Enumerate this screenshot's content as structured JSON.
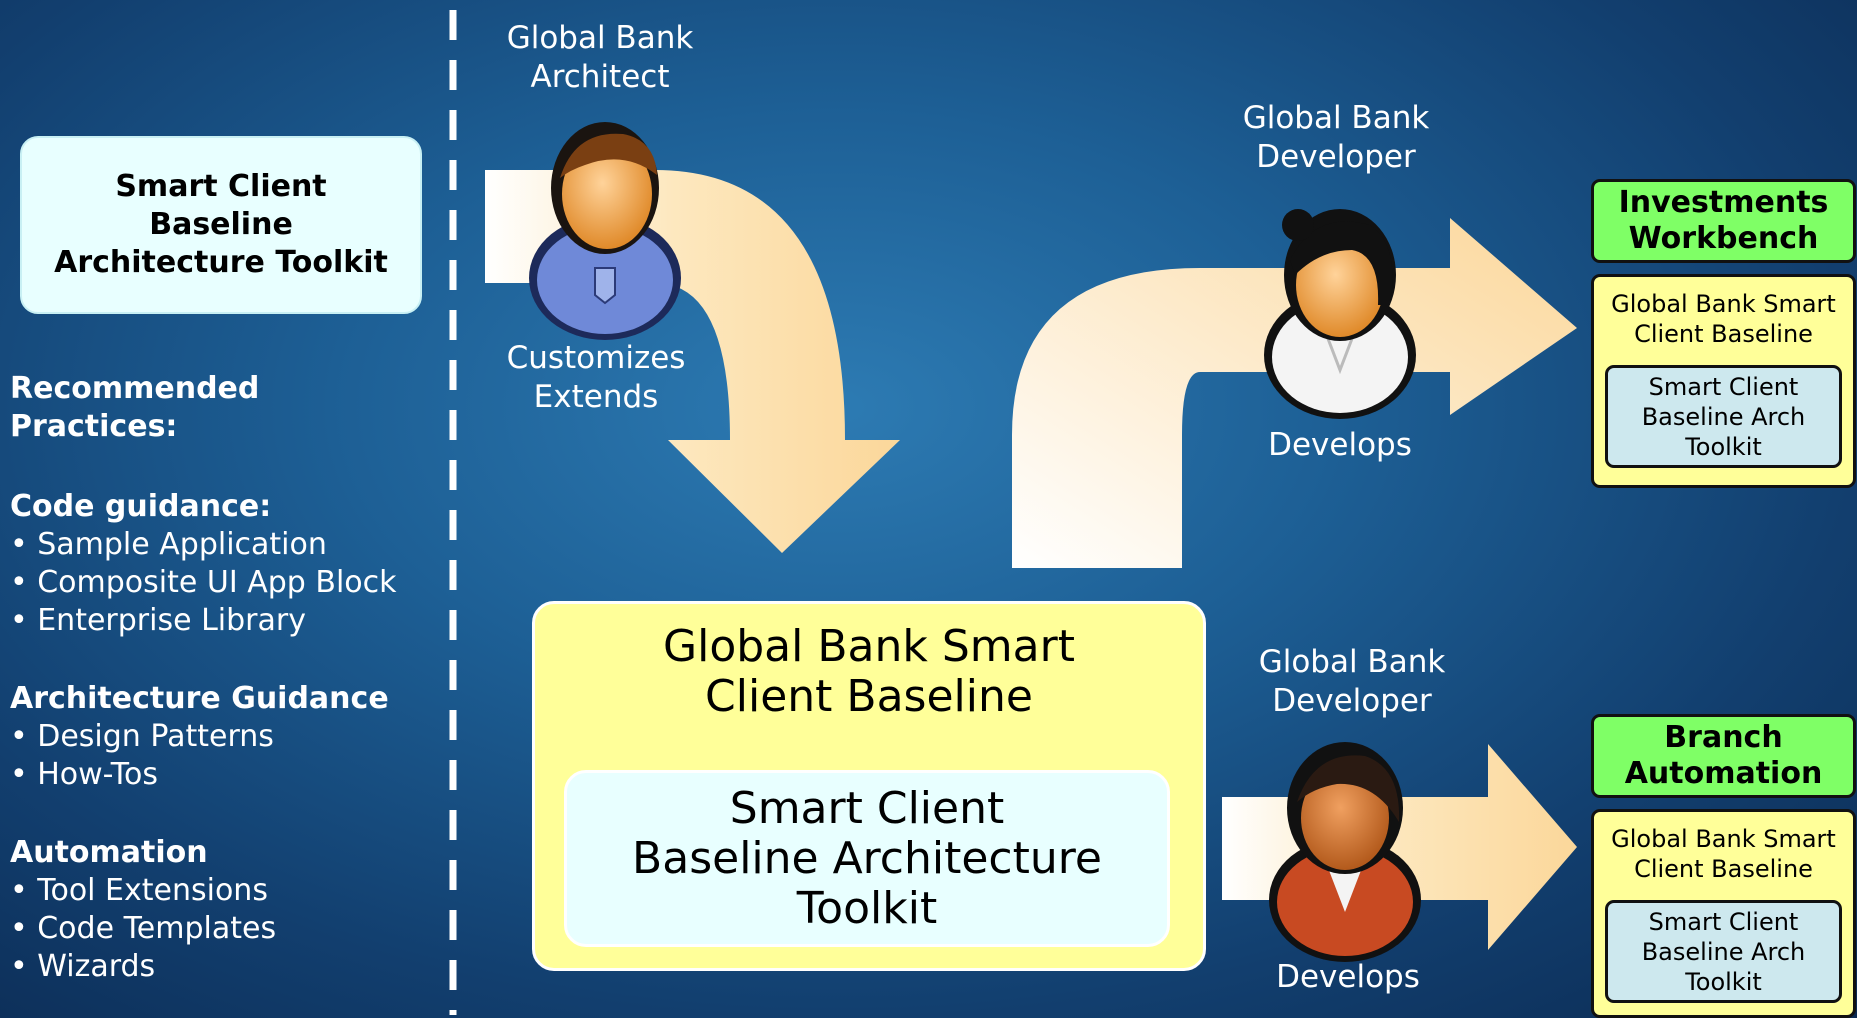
{
  "left_panel": {
    "toolkit_box": [
      "Smart Client",
      "Baseline",
      "Architecture Toolkit"
    ],
    "recommended_heading": [
      "Recommended",
      "Practices:"
    ],
    "sections": [
      {
        "heading": "Code guidance:",
        "items": [
          "• Sample Application",
          "• Composite UI App Block",
          "• Enterprise Library"
        ]
      },
      {
        "heading": "Architecture Guidance",
        "items": [
          "• Design Patterns",
          "• How-Tos"
        ]
      },
      {
        "heading": "Automation",
        "items": [
          "• Tool Extensions",
          "• Code Templates",
          "• Wizards"
        ]
      }
    ]
  },
  "architect": {
    "role": [
      "Global Bank",
      "Architect"
    ],
    "action": [
      "Customizes",
      "Extends"
    ]
  },
  "developer_top": {
    "role": [
      "Global Bank",
      "Developer"
    ],
    "action": "Develops"
  },
  "developer_bottom": {
    "role": [
      "Global Bank",
      "Developer"
    ],
    "action": "Develops"
  },
  "baseline": {
    "title": [
      "Global Bank Smart",
      "Client Baseline"
    ],
    "inner": [
      "Smart Client",
      "Baseline Architecture",
      "Toolkit"
    ]
  },
  "apps": [
    {
      "name": [
        "Investments",
        "Workbench"
      ],
      "baseline": [
        "Global Bank Smart",
        "Client Baseline"
      ],
      "toolkit": [
        "Smart Client",
        "Baseline Arch",
        "Toolkit"
      ]
    },
    {
      "name": [
        "Branch",
        "Automation"
      ],
      "baseline": [
        "Global Bank Smart",
        "Client Baseline"
      ],
      "toolkit": [
        "Smart Client",
        "Baseline Arch",
        "Toolkit"
      ]
    }
  ],
  "colors": {
    "background": "#1d5f95",
    "arrow_fill": "#fde3b0",
    "baseline_yellow": "#ffff99",
    "toolkit_cyan": "#e8ffff",
    "app_header_green": "#7fff66"
  },
  "icons": [
    "architect-person-icon",
    "developer-person-icon",
    "developer-person-icon"
  ]
}
